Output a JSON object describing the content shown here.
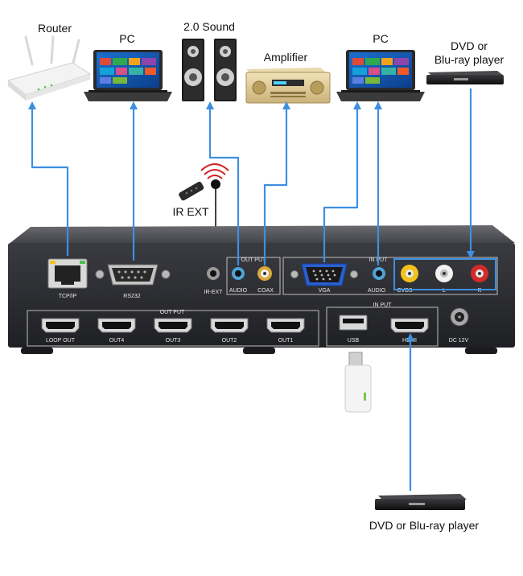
{
  "devices": {
    "router": "Router",
    "pc_left": "PC",
    "sound": "2.0 Sound",
    "amplifier": "Amplifier",
    "pc_right": "PC",
    "dvd_top_line1": "DVD or",
    "dvd_top_line2": "Blu-ray player",
    "dvd_bottom": "DVD or Blu-ray player",
    "ir_ext": "IR EXT"
  },
  "panel": {
    "tcp_ip": "TCP/IP",
    "rs232": "RS232",
    "ir_ext": "IR-EXT",
    "audio_out": "AUDIO",
    "coax": "COAX",
    "output_top": "OUT PUT",
    "vga": "VGA",
    "audio_in": "AUDIO",
    "cvbs": "CVBS",
    "l": "L",
    "r": "R",
    "input_top": "IN PUT",
    "output_bottom": "OUT PUT",
    "loop_out": "LOOP OUT",
    "out4": "OUT4",
    "out3": "OUT3",
    "out2": "OUT2",
    "out1": "OUT1",
    "input_bottom": "IN PUT",
    "usb": "USB",
    "hdmi": "HDMI",
    "dc": "DC 12V"
  },
  "colors": {
    "wire": "#3d8fe0",
    "chassis": "#2e2f33",
    "rca_yellow": "#f2c21b",
    "rca_white": "#f2f2f2",
    "rca_red": "#d42a2a",
    "vga_blue": "#2a5fd0"
  }
}
